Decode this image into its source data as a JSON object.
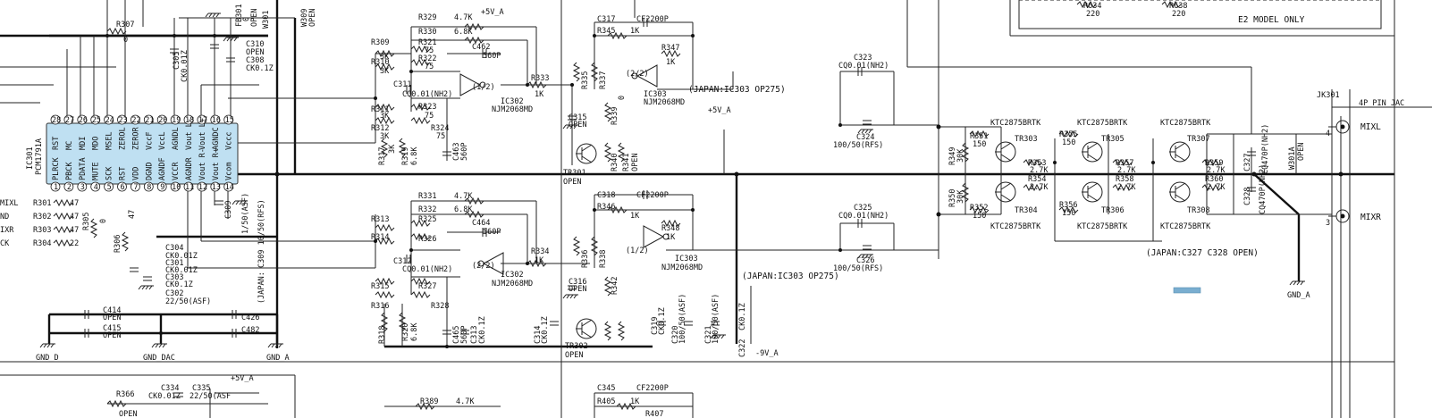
{
  "ic301": {
    "ref": "IC301",
    "part": "PCM1791A",
    "top_pins": [
      "28",
      "27",
      "26",
      "25",
      "24",
      "23",
      "22",
      "21",
      "20",
      "19",
      "18",
      "17",
      "16",
      "15"
    ],
    "top_names": [
      "RST",
      "MC",
      "MDI",
      "MDO",
      "MSEL",
      "ZEROL",
      "ZEROR",
      "VccF",
      "VccL",
      "AGNDL",
      "Vout L-",
      "Vout L+",
      "AGNDC",
      "Vccc"
    ],
    "bottom_pins": [
      "1",
      "2",
      "3",
      "4",
      "5",
      "6",
      "7",
      "8",
      "9",
      "10",
      "11",
      "12",
      "13",
      "14"
    ],
    "bottom_names": [
      "PLRCK",
      "PBCK",
      "PDATA",
      "MUTE",
      "SCK",
      "RST",
      "VDD",
      "DGND",
      "AGNDF",
      "VCCR",
      "AGNDR",
      "Vout R-",
      "Vout R+",
      "Vcom"
    ]
  },
  "labels": {
    "r307": "R307",
    "r307v": "0",
    "c305": "C305",
    "c305v": "CK0.01Z",
    "c310": "C310",
    "c310v": "OPEN",
    "c308": "C308",
    "c308v": "CK0.1Z",
    "fb301": "FB301",
    "fb301v": "0",
    "open_top": "OPEN",
    "w301": "W301",
    "w309": "W309",
    "open_w": "OPEN",
    "mixl_in": "MIXL",
    "mixd_in": "ND",
    "mixr_in": "IXR",
    "mixck_in": "CK",
    "r301": "R301",
    "r301v": "47",
    "r302": "R302",
    "r302v": "47",
    "r303": "R303",
    "r303v": "47",
    "r304": "R304",
    "r304v": "22",
    "r305": "R305",
    "r305v": "0",
    "r306": "R306",
    "r306v": "47",
    "c309": "C309 10/50(RFS)",
    "c309b": "1/50(ASF)",
    "japan_c309": "(JAPAN:",
    "c304": "C304",
    "c304v": "CK0.01Z",
    "c301": "C301",
    "c301v": "CK0.01Z",
    "c303": "C303",
    "c303v": "CK0.1Z",
    "c302": "C302",
    "c302v": "22/50(ASF)",
    "c414": "C414",
    "c414v": "OPEN",
    "c415": "C415",
    "c415v": "OPEN",
    "c426": "C426",
    "c482": "C482",
    "gnd_d": "GND_D",
    "gnd_dac": "GND_DAC",
    "gnd_a": "GND_A",
    "r309": "R309",
    "r309v": "3K",
    "r310": "R310",
    "r310v": "3K",
    "r311": "R311",
    "r311v": "3K",
    "r312": "R312",
    "r312v": "3K",
    "r329": "R329",
    "r329v": "4.7K",
    "r330": "R330",
    "r330v": "6.8K",
    "r321": "R321",
    "r321v": "75",
    "r322": "R322",
    "r322v": "75",
    "r323": "R323",
    "r323v": "75",
    "r324": "R324",
    "r324v": "75",
    "c462": "C462",
    "c462v": "560P",
    "c311": "C311",
    "cq_nh2a": "CQ0.01(NH2)",
    "ic302": "IC302",
    "ic302p": "NJM2068MD",
    "half12": "(1/2)",
    "r333": "R333",
    "r333v": "1K",
    "r317": "R317",
    "r317v": "3K",
    "r319": "R319",
    "r319v": "6.8K",
    "c463": "C463",
    "c463v": "560P",
    "v5a": "+5V_A",
    "v5a_b": "+5V_A",
    "v9a": "-9V_A",
    "r331": "R331",
    "r331v": "4.7K",
    "r332": "R332",
    "r332v": "6.8K",
    "r325": "R325",
    "r326": "R326",
    "r327": "R327",
    "r328": "R328",
    "r313": "R313",
    "r314": "R314",
    "r315": "R315",
    "r316": "R316",
    "c464": "C464",
    "c464v": "560P",
    "c312": "C312",
    "cq_nh2b": "CQ0.01(NH2)",
    "half22": "(2/2)",
    "r334": "R334",
    "r334v": "1K",
    "r318": "R318",
    "r320": "R320",
    "r320v": "6.8K",
    "c465": "C465",
    "c465v": "560P",
    "c313": "C313",
    "c313v": "CK0.1Z",
    "c317": "C317",
    "c317v": "CF2200P",
    "r345": "R345",
    "r345v": "1K",
    "r335": "R335",
    "r337": "R337",
    "r347": "R347",
    "r347v": "1K",
    "ic303": "IC303",
    "ic303p": "NJM2068MD",
    "japan_op1": "(JAPAN:IC303 OP275)",
    "japan_op2": "(JAPAN:IC303 OP275)",
    "c315": "C315",
    "c315v": "OPEN",
    "r339": "R339",
    "r339v": "0",
    "tr301": "TR301",
    "tr301v": "OPEN",
    "r340": "R340",
    "r341": "R341",
    "open_r": "OPEN",
    "c318": "C318",
    "c318v": "CF2200P",
    "r346": "R346",
    "r346v": "1K",
    "r336": "R336",
    "r338": "R338",
    "r348": "R348",
    "r348v": "1K",
    "c316": "C316",
    "c316v": "OPEN",
    "r342": "R342",
    "tr302": "TR302",
    "tr302v": "OPEN",
    "c314": "C314",
    "c314v": "CK0.1Z",
    "c319": "C319",
    "c319v": "CK0.1Z",
    "c320": "C320",
    "c320v": "100/50(ASF)",
    "c321": "C321",
    "c321v": "100/50(ASF)",
    "c322": "C322",
    "c322v": "CK0.1Z",
    "c323": "C323",
    "c323v": "CQ0.01(NH2)",
    "c324": "C324",
    "c324v": "100/50(RFS)",
    "c325": "C325",
    "c325v": "CQ0.01(NH2)",
    "c326": "C326",
    "c326v": "100/50(RFS)",
    "r349": "R349",
    "r349v": "30K",
    "r350": "R350",
    "r350v": "30K",
    "r351": "R351",
    "r351v": "150",
    "r352": "R352",
    "r352v": "150",
    "ktc1": "KTC2875BRTK",
    "ktc2": "KTC2875BRTK",
    "ktc3": "KTC2875BRTK",
    "ktc4": "KTC2875BRTK",
    "ktc5": "KTC2875BRTK",
    "ktc6": "KTC2875BRTK",
    "tr303": "TR303",
    "tr304": "TR304",
    "tr305": "TR305",
    "tr306": "TR306",
    "tr307": "TR307",
    "tr308": "TR308",
    "r353": "R353",
    "r353v": "2.7K",
    "r354": "R354",
    "r354v": "2.7K",
    "r355": "R355",
    "r355v": "150",
    "r356": "R356",
    "r356v": "150",
    "r357": "R357",
    "r357v": "2.7K",
    "r358": "R358",
    "r358v": "2.7K",
    "r359": "R359",
    "r359v": "2.7K",
    "r360": "R360",
    "r360v": "2.7K",
    "c327": "C327",
    "c327v": "CQ470P(NH2)",
    "c328": "C328",
    "c328v": "CQ470P(NH2)",
    "w301a": "W301A",
    "w301av": "OPEN",
    "japan_c327": "(JAPAN:C327 C328 OPEN)",
    "jk301": "JK301",
    "jk301v": "4P_PIN_JAC",
    "mixl": "MIXL",
    "mixr": "MIXR",
    "pin4": "4",
    "pin3": "3",
    "gnd_a2": "GND_A",
    "r634": "R634",
    "r634v": "220",
    "r638": "R638",
    "r638v": "220",
    "e2": "E2 MODEL ONLY",
    "r366": "R366",
    "r366v": "OPEN",
    "c334": "C334",
    "c334v": "CK0.01Z",
    "c335": "C335",
    "c335v": "22/50(ASF",
    "v5a_c": "+5V_A",
    "r389": "R389",
    "r389v": "4.7K",
    "c345": "C345",
    "c345v": "CF2200P",
    "r405": "R405",
    "r405v": "1K",
    "r407": "R407"
  },
  "colors": {
    "ic_fill": "#bfe0f2",
    "marker": "#7aaed0"
  }
}
